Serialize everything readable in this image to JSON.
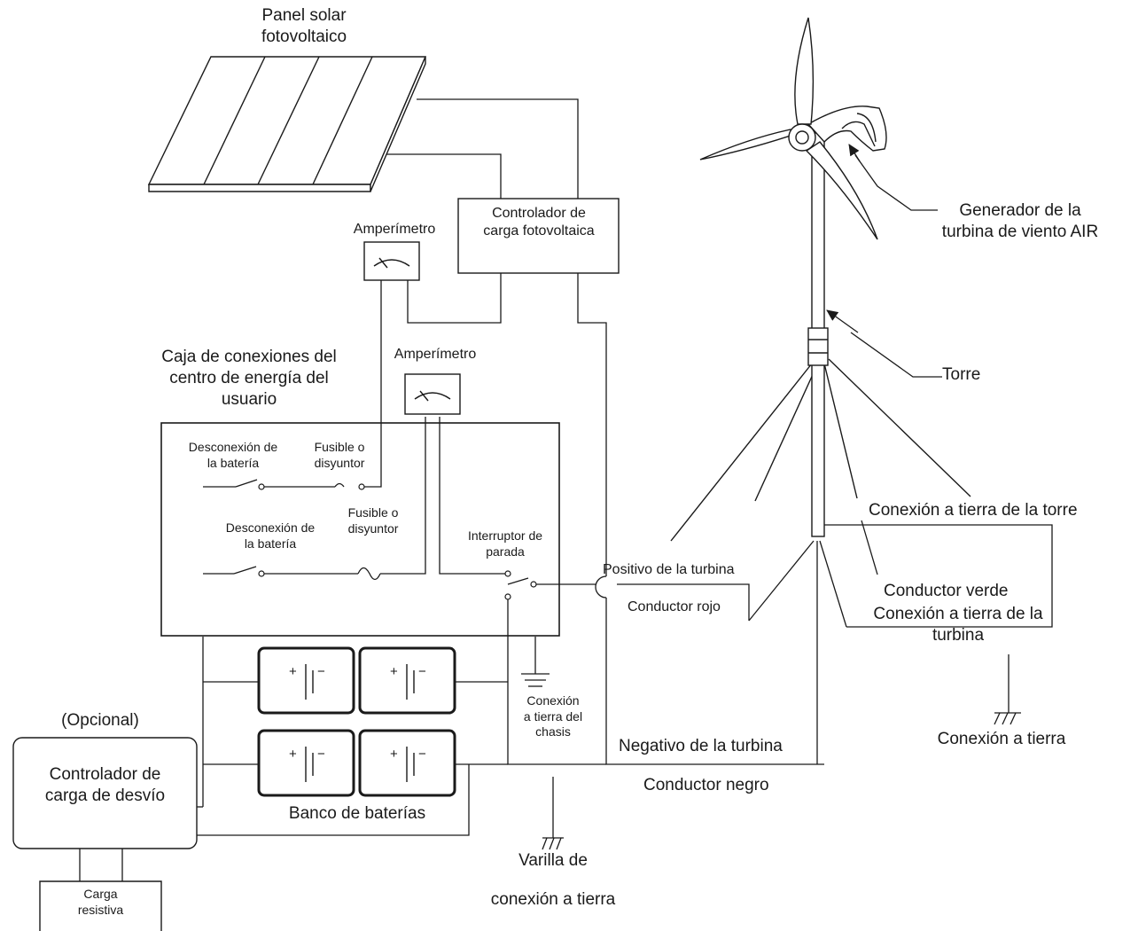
{
  "labels": {
    "solar_panel": "Panel solar\nfotovoltaico",
    "pv_controller": "Controlador de\ncarga fotovoltaica",
    "ammeter_top": "Amperímetro",
    "ammeter_mid": "Amperímetro",
    "junction_box": "Caja de conexiones del\ncentro de energía del\nusuario",
    "battery_disconnect_1": "Desconexión de\nla batería",
    "fuse_1": "Fusible o\ndisyuntor",
    "fuse_2": "Fusible o\ndisyuntor",
    "battery_disconnect_2": "Desconexión de\nla batería",
    "stop_switch": "Interruptor de\nparada",
    "turbine_positive": "Positivo de la turbina",
    "red_conductor": "Conductor rojo",
    "chassis_ground": "Conexión\na tierra del\nchasis",
    "optional": "(Opcional)",
    "diversion_controller": "Controlador de\ncarga de desvío",
    "battery_bank": "Banco de baterías",
    "resistive_load": "Carga\nresistiva",
    "ground_rod_1": "Varilla de",
    "ground_rod_2": "conexión a tierra",
    "turbine_negative": "Negativo de la turbina",
    "black_conductor": "Conductor negro",
    "generator": "Generador de la\nturbina de viento AIR",
    "tower": "Torre",
    "tower_ground": "Conexión a tierra de la torre",
    "green_conductor": "Conductor verde",
    "turbine_ground": "Conexión a tierra de la\nturbina",
    "earth_ground": "Conexión a tierra"
  },
  "battery_symbol": {
    "plus": "+",
    "minus": "−"
  },
  "colors": {
    "line": "#1a1a1a",
    "background": "#ffffff"
  }
}
